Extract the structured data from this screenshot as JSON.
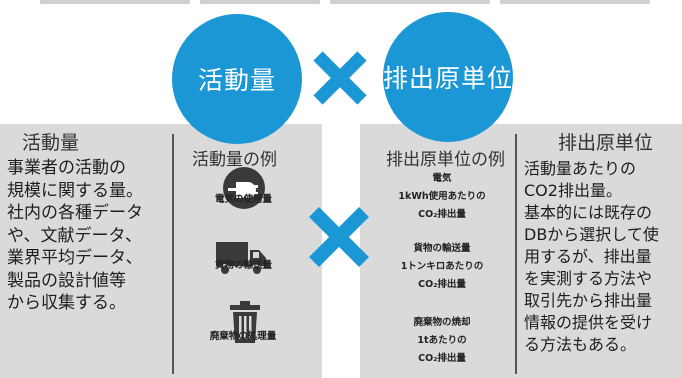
{
  "circles": {
    "left": "活動量",
    "right": "排出原単位"
  },
  "left_panel": {
    "title": "活動量",
    "lines": [
      "事業者の活動の",
      "規模に関する量。",
      "社内の各種データ",
      "や、文献データ、",
      "業界平均データ、",
      "製品の設計値等",
      "から収集する。"
    ],
    "examples_title": "活動量の例",
    "examples": [
      {
        "label": "電気の使用量",
        "icon": "plug-icon"
      },
      {
        "label": "貨物の輸送量",
        "icon": "truck-icon"
      },
      {
        "label": "廃棄物の処理量",
        "icon": "trash-can-icon"
      }
    ]
  },
  "right_panel": {
    "title": "排出原単位",
    "lines": [
      "活動量あたりの",
      "CO2排出量。",
      "基本的には既存の",
      "DBから選択して使",
      "用するが、排出量",
      "を実測する方法や",
      "取引先から排出量",
      "情報の提供を受け",
      "る方法もある。"
    ],
    "examples_title": "排出原単位の例",
    "examples": [
      {
        "lines": [
          "電気",
          "1kWh使用あたりの",
          "CO₂排出量"
        ]
      },
      {
        "lines": [
          "貨物の輸送量",
          "1トンキロあたりの",
          "CO₂排出量"
        ]
      },
      {
        "lines": [
          "廃棄物の焼却",
          "1tあたりの",
          "CO₂排出量"
        ]
      }
    ]
  },
  "colors": {
    "accent": "#1b97d6",
    "panel": "#dadada"
  }
}
